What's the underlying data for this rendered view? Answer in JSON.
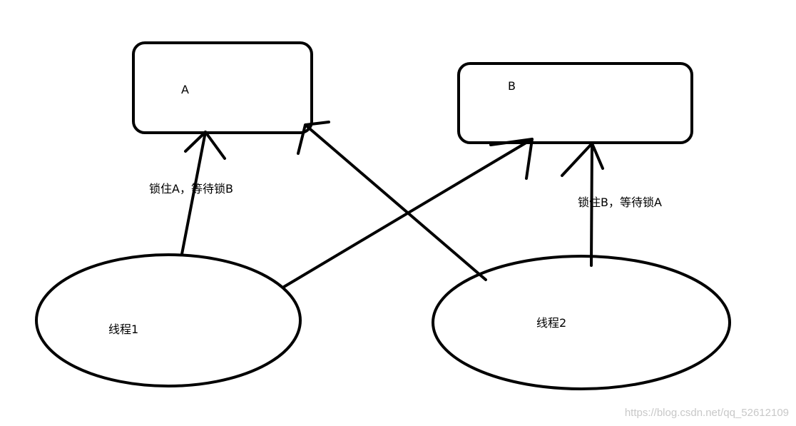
{
  "diagram": {
    "nodes": {
      "lock_a": {
        "label": "A"
      },
      "lock_b": {
        "label": "B"
      },
      "thread_1": {
        "label": "线程1"
      },
      "thread_2": {
        "label": "线程2"
      }
    },
    "edges": {
      "thread1_label": "锁住A，等待锁B",
      "thread2_label": "锁住B，等待锁A"
    },
    "watermark": "https://blog.csdn.net/qq_52612109",
    "colors": {
      "stroke": "#000000",
      "background": "#ffffff",
      "watermark": "#c8c8c8"
    }
  }
}
